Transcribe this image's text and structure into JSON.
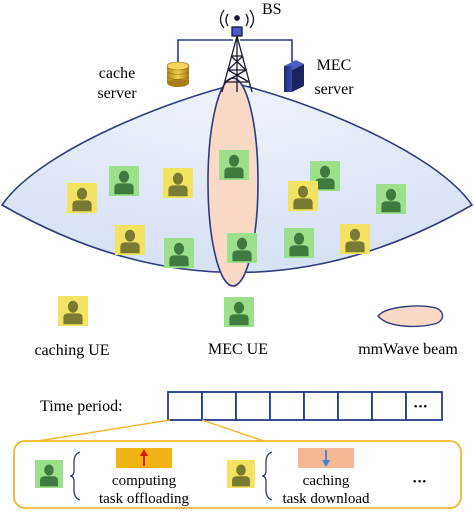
{
  "labels": {
    "bs": "BS",
    "cache_server": [
      "cache",
      "server"
    ],
    "mec_server": [
      "MEC",
      "server"
    ]
  },
  "legend": {
    "caching_ue": "caching UE",
    "mec_ue": "MEC UE",
    "mmwave_beam": "mmWave beam"
  },
  "time_period_label": "Time period:",
  "time_slots": 7,
  "ellipsis": "•••",
  "detail": {
    "mec": [
      "computing",
      "task offloading"
    ],
    "caching": [
      "caching",
      "task download"
    ],
    "ellipsis": "•••"
  },
  "colors": {
    "coverage_fill": "#dfe8f7",
    "coverage_stroke": "#2f3c7e",
    "beam_fill": "#fad9c7",
    "caching_ue_bg": "#f2e462",
    "caching_ue_body": "#7a7a32",
    "mec_ue_bg": "#9ce08c",
    "mec_ue_body": "#3f7a3f",
    "slot_stroke": "#243a8f",
    "detail_border": "#f2b52b",
    "uplink_fill": "#f2b315",
    "uplink_arrow": "#e01010",
    "downlink_fill": "#f7b795",
    "downlink_arrow": "#3a86d6"
  }
}
